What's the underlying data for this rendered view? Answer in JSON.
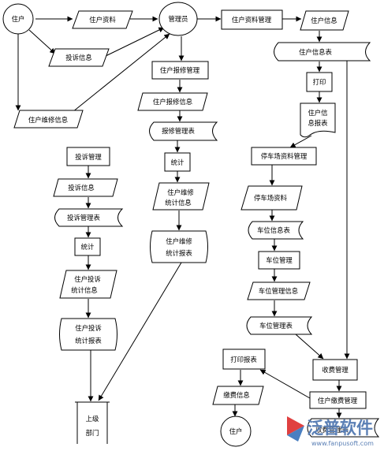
{
  "nodes": {
    "resident_top": "住户",
    "resident_info": "住户资料",
    "complaint_info_top": "投诉信息",
    "maintenance_info_top": "住户维修信息",
    "admin": "管理员",
    "resident_info_mgmt": "住户资料管理",
    "resident_info_out": "住户信息",
    "resident_info_table": "住户信息表",
    "print": "打印",
    "resident_info_report": [
      "住户信",
      "息报表"
    ],
    "repair_mgmt": "住户报修管理",
    "repair_info": "住户报修信息",
    "repair_table": "报修管理表",
    "repair_stats": "统计",
    "repair_stats_info": [
      "住户维修",
      "统计信息"
    ],
    "repair_stats_report": [
      "住户维修",
      "统计报表"
    ],
    "complaint_mgmt": "投诉管理",
    "complaint_info": "投诉信息",
    "complaint_table": "投诉管理表",
    "complaint_stats": "统计",
    "complaint_stats_info": [
      "住户投诉",
      "统计信息"
    ],
    "complaint_stats_report": [
      "住户投诉",
      "统计报表"
    ],
    "superior_dept": [
      "上级",
      "部门"
    ],
    "parking_mgmt": "停车场资料管理",
    "parking_info": "停车场资料",
    "space_info_table": "车位信息表",
    "space_mgmt": "车位管理",
    "space_mgmt_info": "车位管理信息",
    "space_mgmt_table": "车位管理表",
    "fee_mgmt": "收费管理",
    "resident_fee_mgmt": "住户缴费管理",
    "fee_table": "收费管理表",
    "print_report": "打印报表",
    "payment_info": "缴费信息",
    "resident_bottom": "住户"
  },
  "watermark": {
    "brand": "泛普软件",
    "url": "www.fanpusoft.com",
    "color": "#5a7fb5"
  }
}
